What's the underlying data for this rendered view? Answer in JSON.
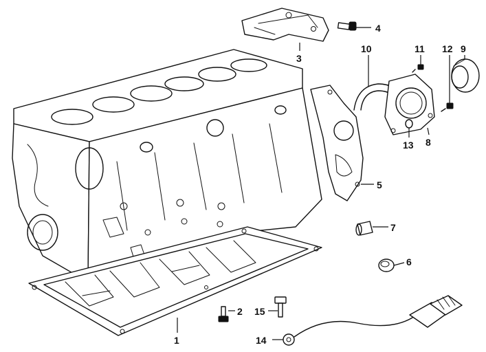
{
  "callouts": [
    {
      "key": "c1",
      "label": "1"
    },
    {
      "key": "c2",
      "label": "2"
    },
    {
      "key": "c3",
      "label": "3"
    },
    {
      "key": "c4",
      "label": "4"
    },
    {
      "key": "c5",
      "label": "5"
    },
    {
      "key": "c6",
      "label": "6"
    },
    {
      "key": "c7",
      "label": "7"
    },
    {
      "key": "c8",
      "label": "8"
    },
    {
      "key": "c9",
      "label": "9"
    },
    {
      "key": "c10",
      "label": "10"
    },
    {
      "key": "c11",
      "label": "11"
    },
    {
      "key": "c12",
      "label": "12"
    },
    {
      "key": "c13",
      "label": "13"
    },
    {
      "key": "c14",
      "label": "14"
    },
    {
      "key": "c15",
      "label": "15"
    }
  ]
}
